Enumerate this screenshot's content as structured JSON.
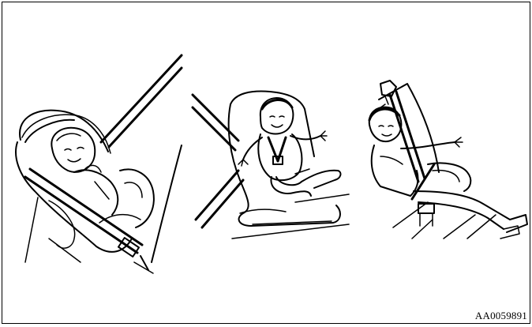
{
  "figure": {
    "reference_code": "AA0059891",
    "panels": [
      {
        "name": "infant-rear-facing-seat",
        "icon": "infant-car-seat-icon"
      },
      {
        "name": "child-forward-facing-seat",
        "icon": "child-car-seat-icon"
      },
      {
        "name": "child-seat-belt",
        "icon": "seat-belt-icon"
      }
    ],
    "colors": {
      "stroke": "#000000",
      "background": "#ffffff"
    }
  }
}
